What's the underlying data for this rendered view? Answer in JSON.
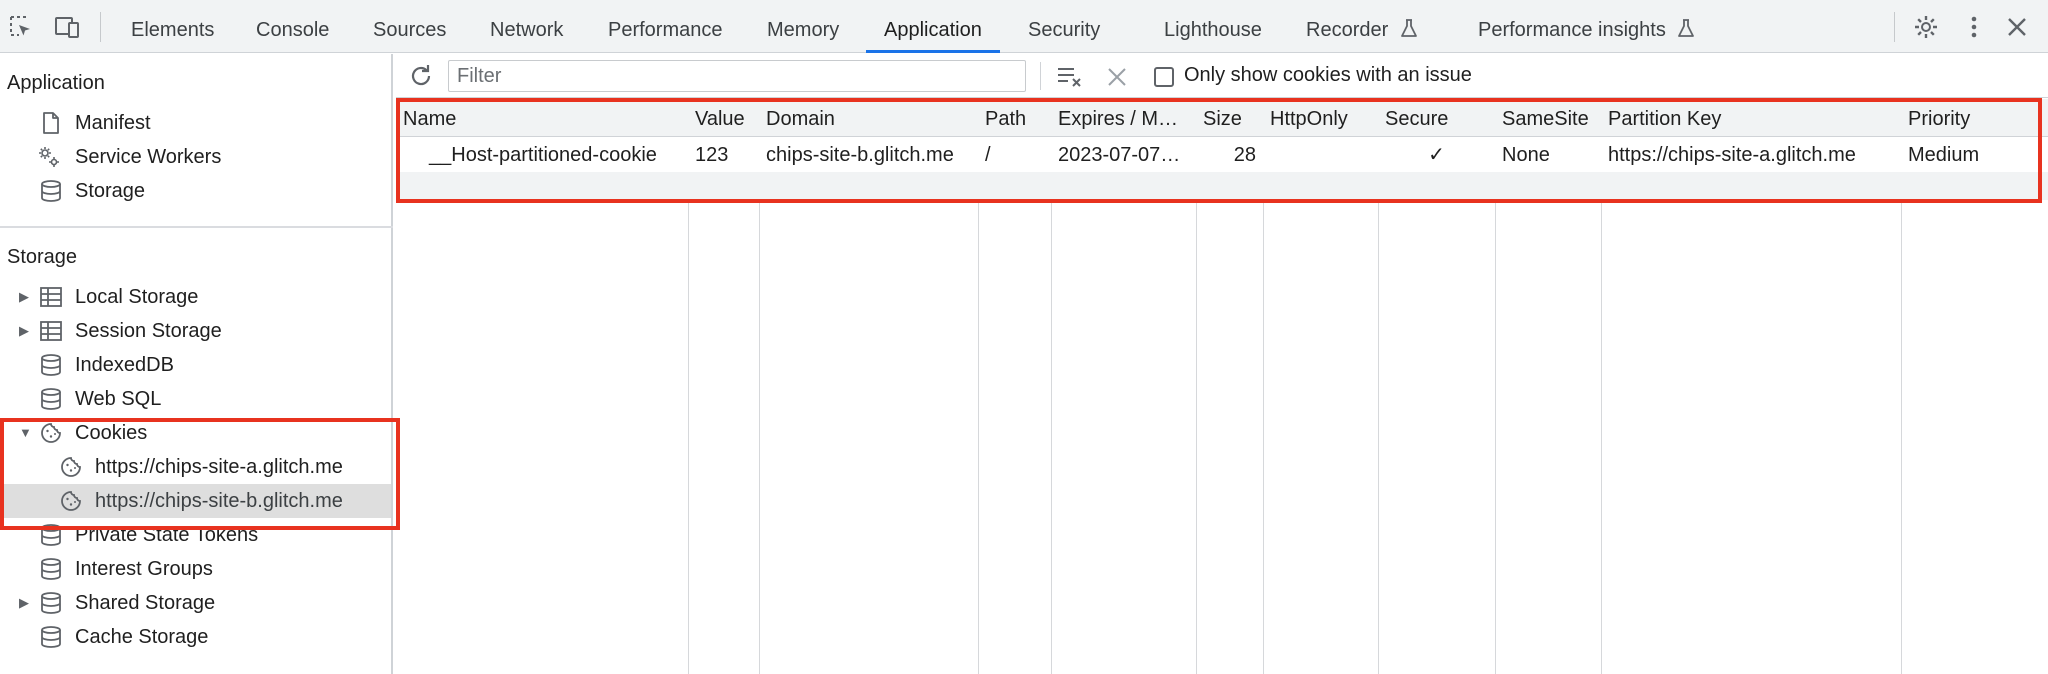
{
  "tabs": [
    {
      "label": "Elements"
    },
    {
      "label": "Console"
    },
    {
      "label": "Sources"
    },
    {
      "label": "Network"
    },
    {
      "label": "Performance"
    },
    {
      "label": "Memory"
    },
    {
      "label": "Application"
    },
    {
      "label": "Security"
    },
    {
      "label": "Lighthouse"
    },
    {
      "label": "Recorder"
    },
    {
      "label": "Performance insights"
    }
  ],
  "active_tab": "Application",
  "icons": {
    "inspect": "inspect-element-icon",
    "device": "device-toolbar-icon",
    "settings": "gear-icon",
    "more": "kebab-menu-icon",
    "close": "close-icon"
  },
  "sidebar": {
    "application_header": "Application",
    "application_items": [
      {
        "label": "Manifest",
        "icon": "document-icon"
      },
      {
        "label": "Service Workers",
        "icon": "gears-icon"
      },
      {
        "label": "Storage",
        "icon": "database-icon"
      }
    ],
    "storage_header": "Storage",
    "storage_items": [
      {
        "label": "Local Storage",
        "icon": "table-icon",
        "expandable": true
      },
      {
        "label": "Session Storage",
        "icon": "table-icon",
        "expandable": true
      },
      {
        "label": "IndexedDB",
        "icon": "database-icon"
      },
      {
        "label": "Web SQL",
        "icon": "database-icon"
      },
      {
        "label": "Cookies",
        "icon": "cookie-icon",
        "expanded": true
      },
      {
        "label": "https://chips-site-a.glitch.me",
        "icon": "cookie-icon"
      },
      {
        "label": "https://chips-site-b.glitch.me",
        "icon": "cookie-icon",
        "selected": true
      },
      {
        "label": "Private State Tokens",
        "icon": "database-icon"
      },
      {
        "label": "Interest Groups",
        "icon": "database-icon"
      },
      {
        "label": "Shared Storage",
        "icon": "database-icon",
        "expandable": true
      },
      {
        "label": "Cache Storage",
        "icon": "database-icon"
      }
    ]
  },
  "toolbar": {
    "filter_placeholder": "Filter",
    "only_issues_label": "Only show cookies with an issue"
  },
  "table": {
    "columns": [
      "Name",
      "Value",
      "Domain",
      "Path",
      "Expires / M…",
      "Size",
      "HttpOnly",
      "Secure",
      "SameSite",
      "Partition Key",
      "Priority"
    ],
    "rows": [
      [
        "__Host-partitioned-cookie",
        "123",
        "chips-site-b.glitch.me",
        "/",
        "2023-07-07…",
        "28",
        "",
        "✓",
        "None",
        "https://chips-site-a.glitch.me",
        "Medium"
      ]
    ]
  },
  "colors": {
    "accent": "#1a73e8",
    "highlight_border": "#e8321f",
    "selected_row": "#dedede",
    "toolbar_bg": "#f1f3f4"
  }
}
